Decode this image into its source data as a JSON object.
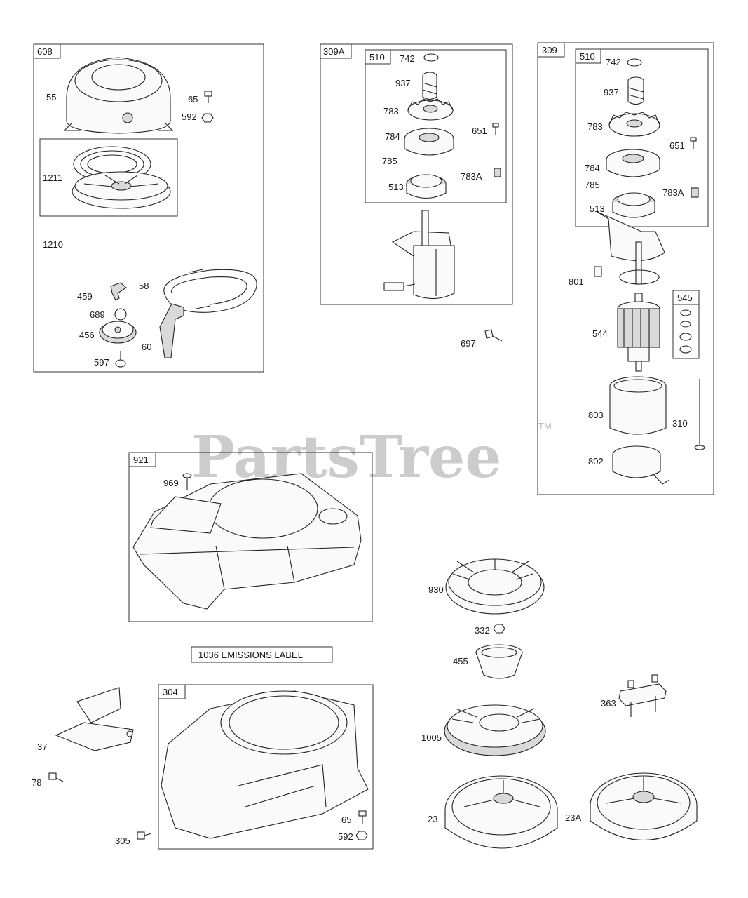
{
  "watermark": {
    "text": "PartsTree",
    "tm": "TM"
  },
  "emissions_label": "1036 EMISSIONS LABEL",
  "groups": {
    "g608": "608",
    "g309A": "309A",
    "g510a": "510",
    "g309": "309",
    "g510b": "510",
    "g545": "545",
    "g921": "921",
    "g304": "304"
  },
  "callouts": {
    "p55": "55",
    "p65a": "65",
    "p592a": "592",
    "p1211": "1211",
    "p1210": "1210",
    "p459": "459",
    "p58": "58",
    "p689": "689",
    "p456": "456",
    "p60": "60",
    "p597": "597",
    "p742a": "742",
    "p937a": "937",
    "p783a": "783",
    "p784a": "784",
    "p651a": "651",
    "p785a": "785",
    "p783Aa": "783A",
    "p513a": "513",
    "p697": "697",
    "p742b": "742",
    "p937b": "937",
    "p783b": "783",
    "p651b": "651",
    "p784b": "784",
    "p785b": "785",
    "p783Ab": "783A",
    "p513b": "513",
    "p801": "801",
    "p544": "544",
    "p803": "803",
    "p310": "310",
    "p802": "802",
    "p969": "969",
    "p930": "930",
    "p332": "332",
    "p455": "455",
    "p363": "363",
    "p1005": "1005",
    "p23": "23",
    "p23A": "23A",
    "p37": "37",
    "p78": "78",
    "p305": "305",
    "p65b": "65",
    "p592b": "592"
  }
}
